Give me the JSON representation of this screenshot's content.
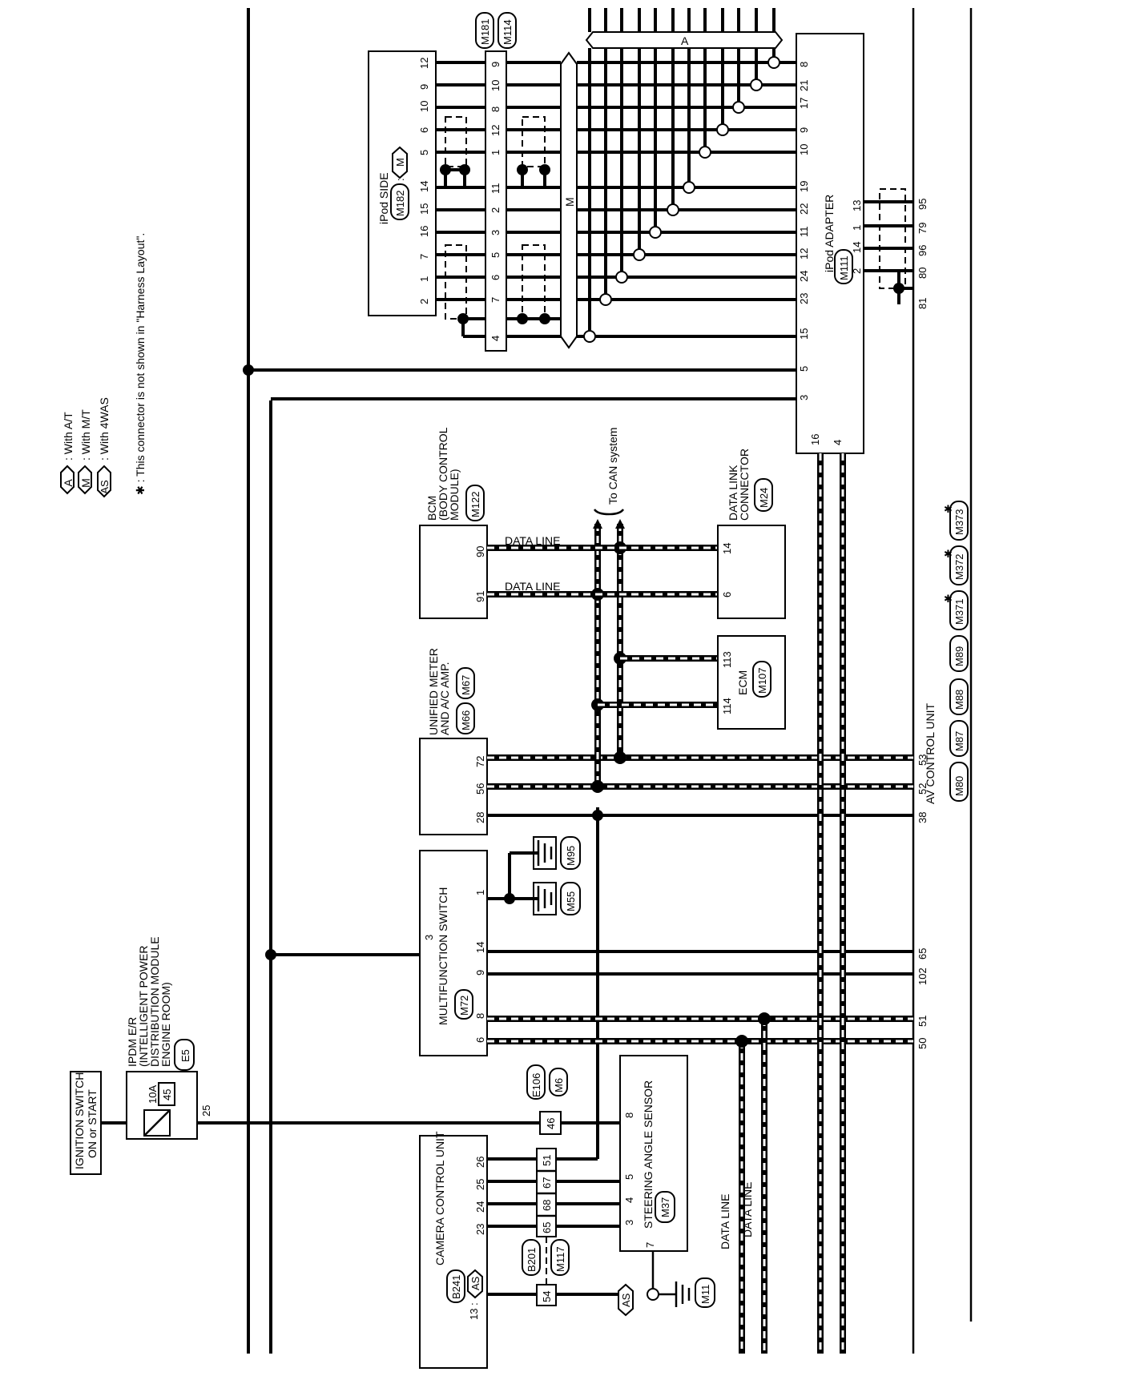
{
  "legend": {
    "items": [
      {
        "badge": "A",
        "text": ": With A/T"
      },
      {
        "badge": "M",
        "text": ": With M/T"
      },
      {
        "badge": "AS",
        "text": ": With 4WAS"
      }
    ],
    "note": "✱ : This connector is not shown in \"Harness Layout\"."
  },
  "components": {
    "ignition": {
      "line1": "IGNITION SWITCH",
      "line2": "ON or START"
    },
    "ipdm": {
      "line1": "IPDM E/R",
      "line2": "(INTELLIGENT POWER",
      "line3": "DISTRIBUTION MODULE",
      "line4": "ENGINE ROOM)",
      "connector": "E5",
      "fuse_amp": "10A",
      "fuse_num": "45",
      "pin": "25"
    },
    "camera": {
      "name": "CAMERA CONTROL UNIT",
      "conn_prefix": "13 :",
      "connector": "B241",
      "badge": "AS",
      "pins": [
        "26",
        "25",
        "24",
        "23"
      ]
    },
    "steering": {
      "name": "STEERING ANGLE SENSOR",
      "connector": "M37",
      "pins": [
        "8",
        "5",
        "4",
        "3",
        "7"
      ]
    },
    "multifunction": {
      "name": "MULTIFUNCTION SWITCH",
      "connector": "M72",
      "top_pin": "3",
      "pins": [
        "1",
        "14",
        "9",
        "8",
        "6"
      ]
    },
    "meter": {
      "line1": "UNIFIED METER",
      "line2": "AND A/C AMP.",
      "connectors": [
        "M66",
        "M67"
      ],
      "pins": [
        "72",
        "56",
        "28"
      ]
    },
    "bcm": {
      "line1": "BCM",
      "line2": "(BODY CONTROL",
      "line3": "MODULE)",
      "connector": "M122",
      "pins": [
        "90",
        "91"
      ]
    },
    "ecm": {
      "name": "ECM",
      "connector": "M107",
      "pins": [
        "113",
        "114"
      ]
    },
    "dlc": {
      "line1": "DATA LINK",
      "line2": "CONNECTOR",
      "connector": "M24",
      "pins": [
        "14",
        "6"
      ]
    },
    "ipod_side": {
      "name": "iPod SIDE",
      "connector": "M182",
      "badge": "M",
      "pins": [
        "12",
        "9",
        "10",
        "6",
        "5",
        "14",
        "15",
        "16",
        "7",
        "1",
        "2"
      ]
    },
    "ipod_adapter": {
      "name": "iPod ADAPTER",
      "connector": "M111",
      "pins_top": [
        "8",
        "21",
        "17",
        "9",
        "10",
        "19",
        "22",
        "11",
        "12",
        "24",
        "23",
        "15",
        "5",
        "3"
      ],
      "pins_bottom": [
        "16",
        "4"
      ],
      "pins_shield": [
        "13",
        "1",
        "14",
        "2"
      ]
    },
    "av": {
      "name": "AV CONTROL UNIT",
      "connectors": [
        "M80",
        "M87",
        "M88",
        "M89",
        "M371",
        "M372",
        "M373"
      ],
      "pins": [
        "95",
        "79",
        "96",
        "80",
        "81",
        "53",
        "52",
        "38",
        "65",
        "102",
        "51",
        "50"
      ]
    }
  },
  "inline_connectors": {
    "m181": {
      "codes": [
        "M181",
        "M114"
      ],
      "pins": [
        "9",
        "10",
        "8",
        "12",
        "1",
        "11",
        "2",
        "3",
        "5",
        "6",
        "7",
        "4"
      ]
    },
    "e106": {
      "codes": [
        "E106",
        "M6"
      ],
      "pin": "46"
    },
    "b201": {
      "codes": [
        "B201",
        "M117"
      ],
      "pins": [
        "51",
        "67",
        "68",
        "65",
        "54"
      ]
    }
  },
  "grounds": [
    "M95",
    "M55",
    "M11"
  ],
  "labels": {
    "data_line": "DATA LINE",
    "can_system": "To CAN system",
    "bus_a": "A",
    "bus_m": "M",
    "as_badge": "AS",
    "star": "✱"
  }
}
